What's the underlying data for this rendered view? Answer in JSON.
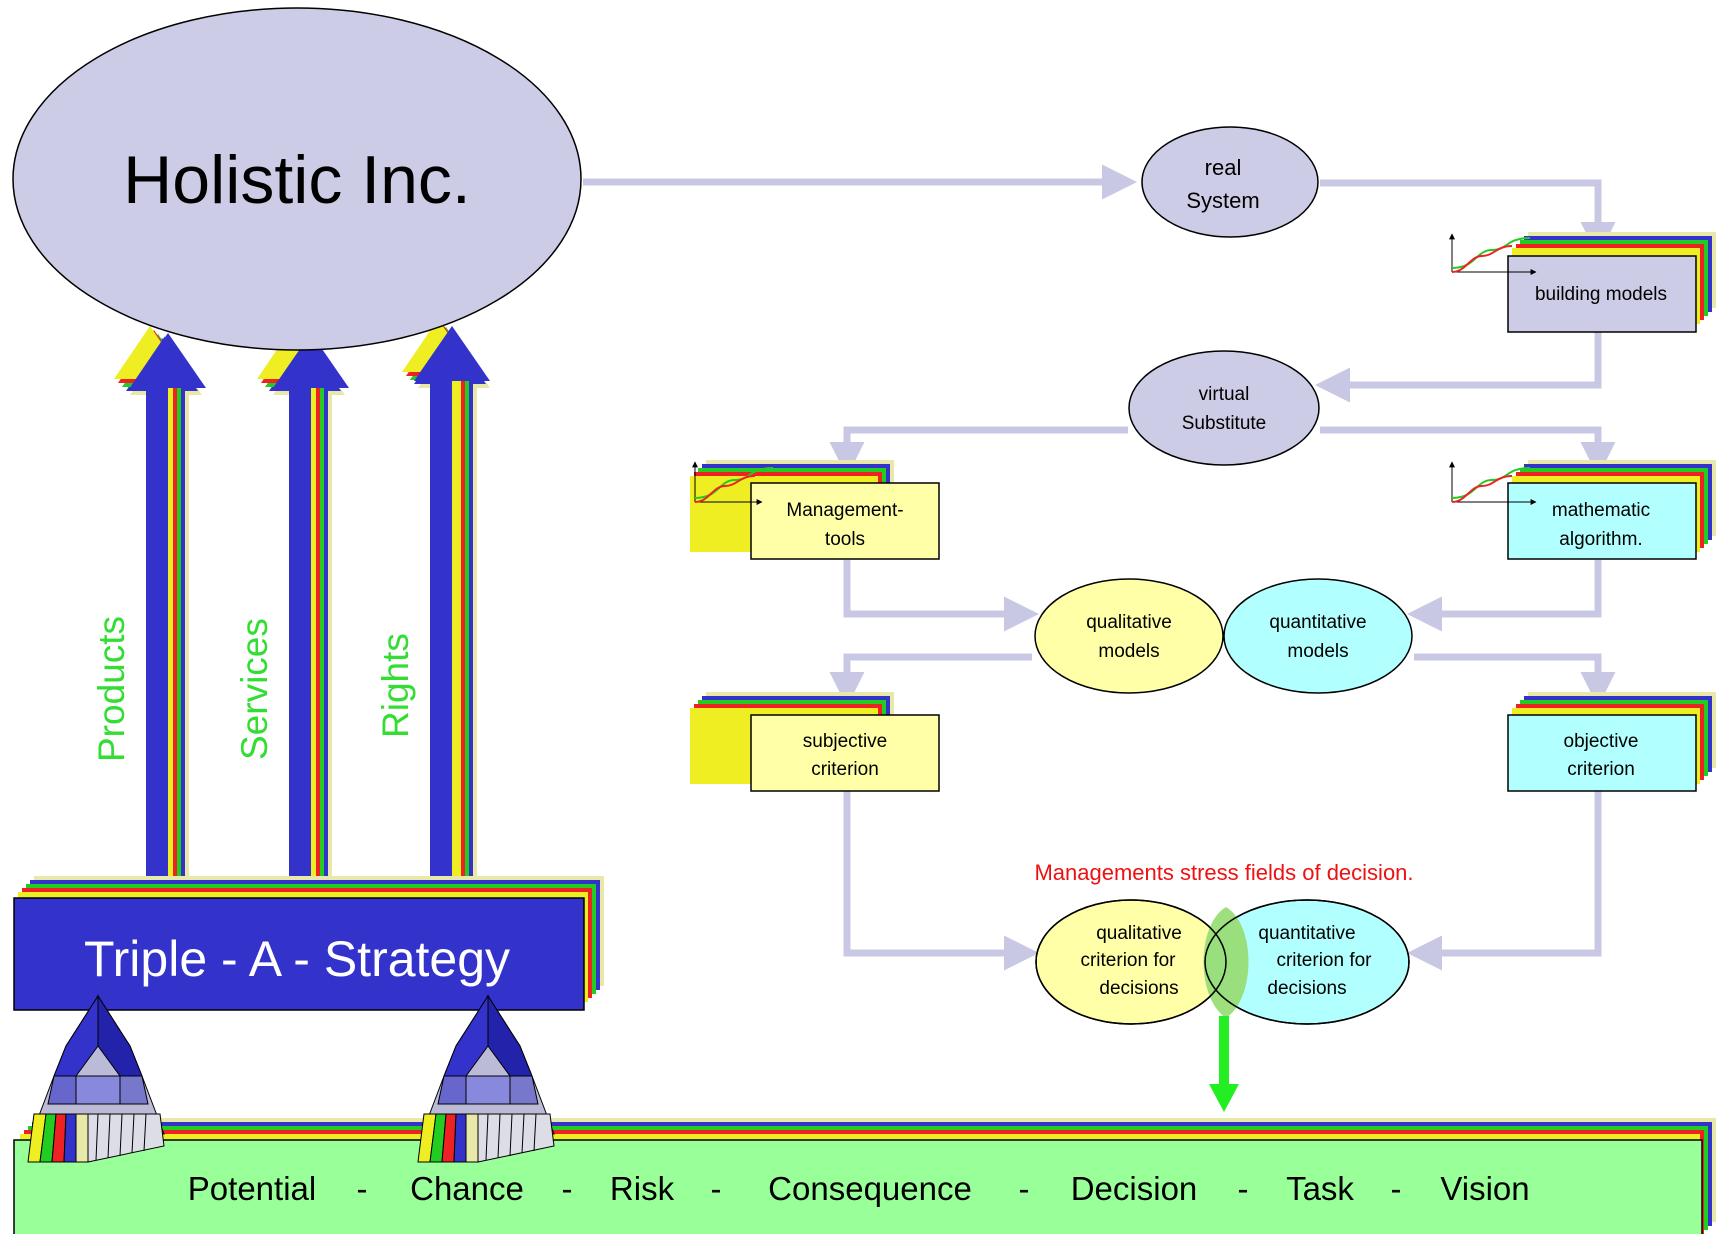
{
  "company": {
    "title": "Holistic Inc."
  },
  "flows": {
    "products": "Products",
    "services": "Services",
    "rights": "Rights"
  },
  "strategy": {
    "label": "Triple - A - Strategy"
  },
  "nodes": {
    "real_system": [
      "real",
      "System"
    ],
    "building_models": "building models",
    "virtual_substitute": [
      "virtual",
      "Substitute"
    ],
    "management_tools": [
      "Management-",
      "tools"
    ],
    "mathematic_algorithm": [
      "mathematic",
      "algorithm."
    ],
    "qualitative_models": [
      "qualitative",
      "models"
    ],
    "quantitative_models": [
      "quantitative",
      "models"
    ],
    "subjective_criterion": [
      "subjective",
      "criterion"
    ],
    "objective_criterion": [
      "objective",
      "criterion"
    ],
    "stress_caption": "Managements stress fields of decision.",
    "qualitative_criterion": [
      "qualitative",
      "criterion for",
      "decisions"
    ],
    "quantitative_criterion": [
      "quantitative",
      "criterion for",
      "decisions"
    ]
  },
  "bottom_bar": {
    "items": [
      "Potential",
      "Chance",
      "Risk",
      "Consequence",
      "Decision",
      "Task",
      "Vision"
    ],
    "separator": "-"
  },
  "colors": {
    "ellipse_lavender": "#ccccE6",
    "arrow_blue": "#3333CC",
    "connector": "#ccccE6",
    "yellow_box": "#FFFFA8",
    "cyan_box": "#B2FFFF",
    "bottom_bar": "#99FF99",
    "flow_label": "#33DD33",
    "caption_red": "#EE1111",
    "down_arrow": "#22EE22"
  }
}
